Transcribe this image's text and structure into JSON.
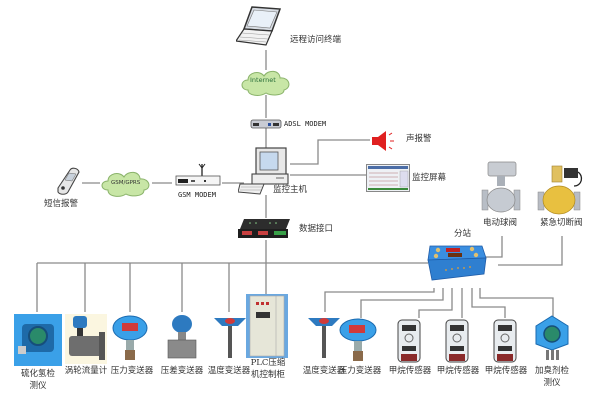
{
  "diagram": {
    "title": "Gas station monitoring system topology",
    "nodes": {
      "remote_terminal": {
        "label": "远程访问终端",
        "icon": "laptop-icon"
      },
      "internet": {
        "label": "Internet",
        "icon": "cloud-icon"
      },
      "adsl_modem": {
        "label": "ADSL MODEM",
        "icon": "modem-icon"
      },
      "alarm_sound": {
        "label": "声报警",
        "icon": "speaker-icon"
      },
      "monitor_screen": {
        "label": "监控屏幕",
        "icon": "screen-icon"
      },
      "host": {
        "label": "监控主机",
        "icon": "desktop-computer-icon"
      },
      "sms_alarm": {
        "label": "短信报警",
        "icon": "phone-icon"
      },
      "gsm_cloud": {
        "label": "GSM/GPRS",
        "icon": "cloud-icon"
      },
      "gsm_modem": {
        "label": "GSM MODEM",
        "icon": "modem-icon"
      },
      "data_interface": {
        "label": "数据接口",
        "icon": "interface-box-icon"
      },
      "substation": {
        "label": "分站",
        "icon": "substation-box-icon"
      },
      "ball_valve": {
        "label": "电动球阀",
        "icon": "valve-icon"
      },
      "cutoff_valve": {
        "label": "紧急切断阀",
        "icon": "valve-icon"
      }
    },
    "left_devices": [
      {
        "label_1": "硫化氢检",
        "label_2": "测仪"
      },
      {
        "label_1": "涡轮流量计"
      },
      {
        "label_1": "压力变送器"
      },
      {
        "label_1": "压差变送器"
      },
      {
        "label_1": "温度变送器"
      },
      {
        "label_1": "PLC压缩",
        "label_2": "机控制柜"
      }
    ],
    "right_devices": [
      {
        "label_1": "温度变送器"
      },
      {
        "label_1": "压力变送器"
      },
      {
        "label_1": "甲烷传感器"
      },
      {
        "label_1": "甲烷传感器"
      },
      {
        "label_1": "甲烷传感器"
      },
      {
        "label_1": "加臭剂检",
        "label_2": "测仪"
      }
    ]
  }
}
